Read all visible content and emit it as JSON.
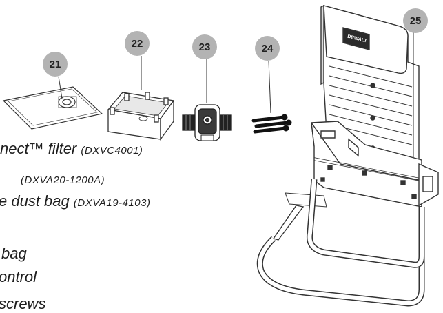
{
  "callouts": {
    "c21": "21",
    "c22": "22",
    "c23": "23",
    "c24": "24",
    "c25": "25"
  },
  "brand_label": "DEWALT",
  "badge_color": "#b3b3b3",
  "parts_list": [
    {
      "text": "nect™ filter",
      "code": "(DXVC4001)"
    },
    {
      "text": "",
      "code": "(DXVA20-1200A)"
    },
    {
      "text": "e dust bag",
      "code": "(DXVA19-4103)"
    },
    {
      "text": "bag",
      "code": ""
    },
    {
      "text": "ontrol",
      "code": ""
    },
    {
      "text": "screws",
      "code": ""
    }
  ],
  "icons": [
    "disposable-bag-icon",
    "filter-housing-icon",
    "hose-adapter-icon",
    "mounting-screws-icon",
    "wall-mount-bracket-icon"
  ]
}
